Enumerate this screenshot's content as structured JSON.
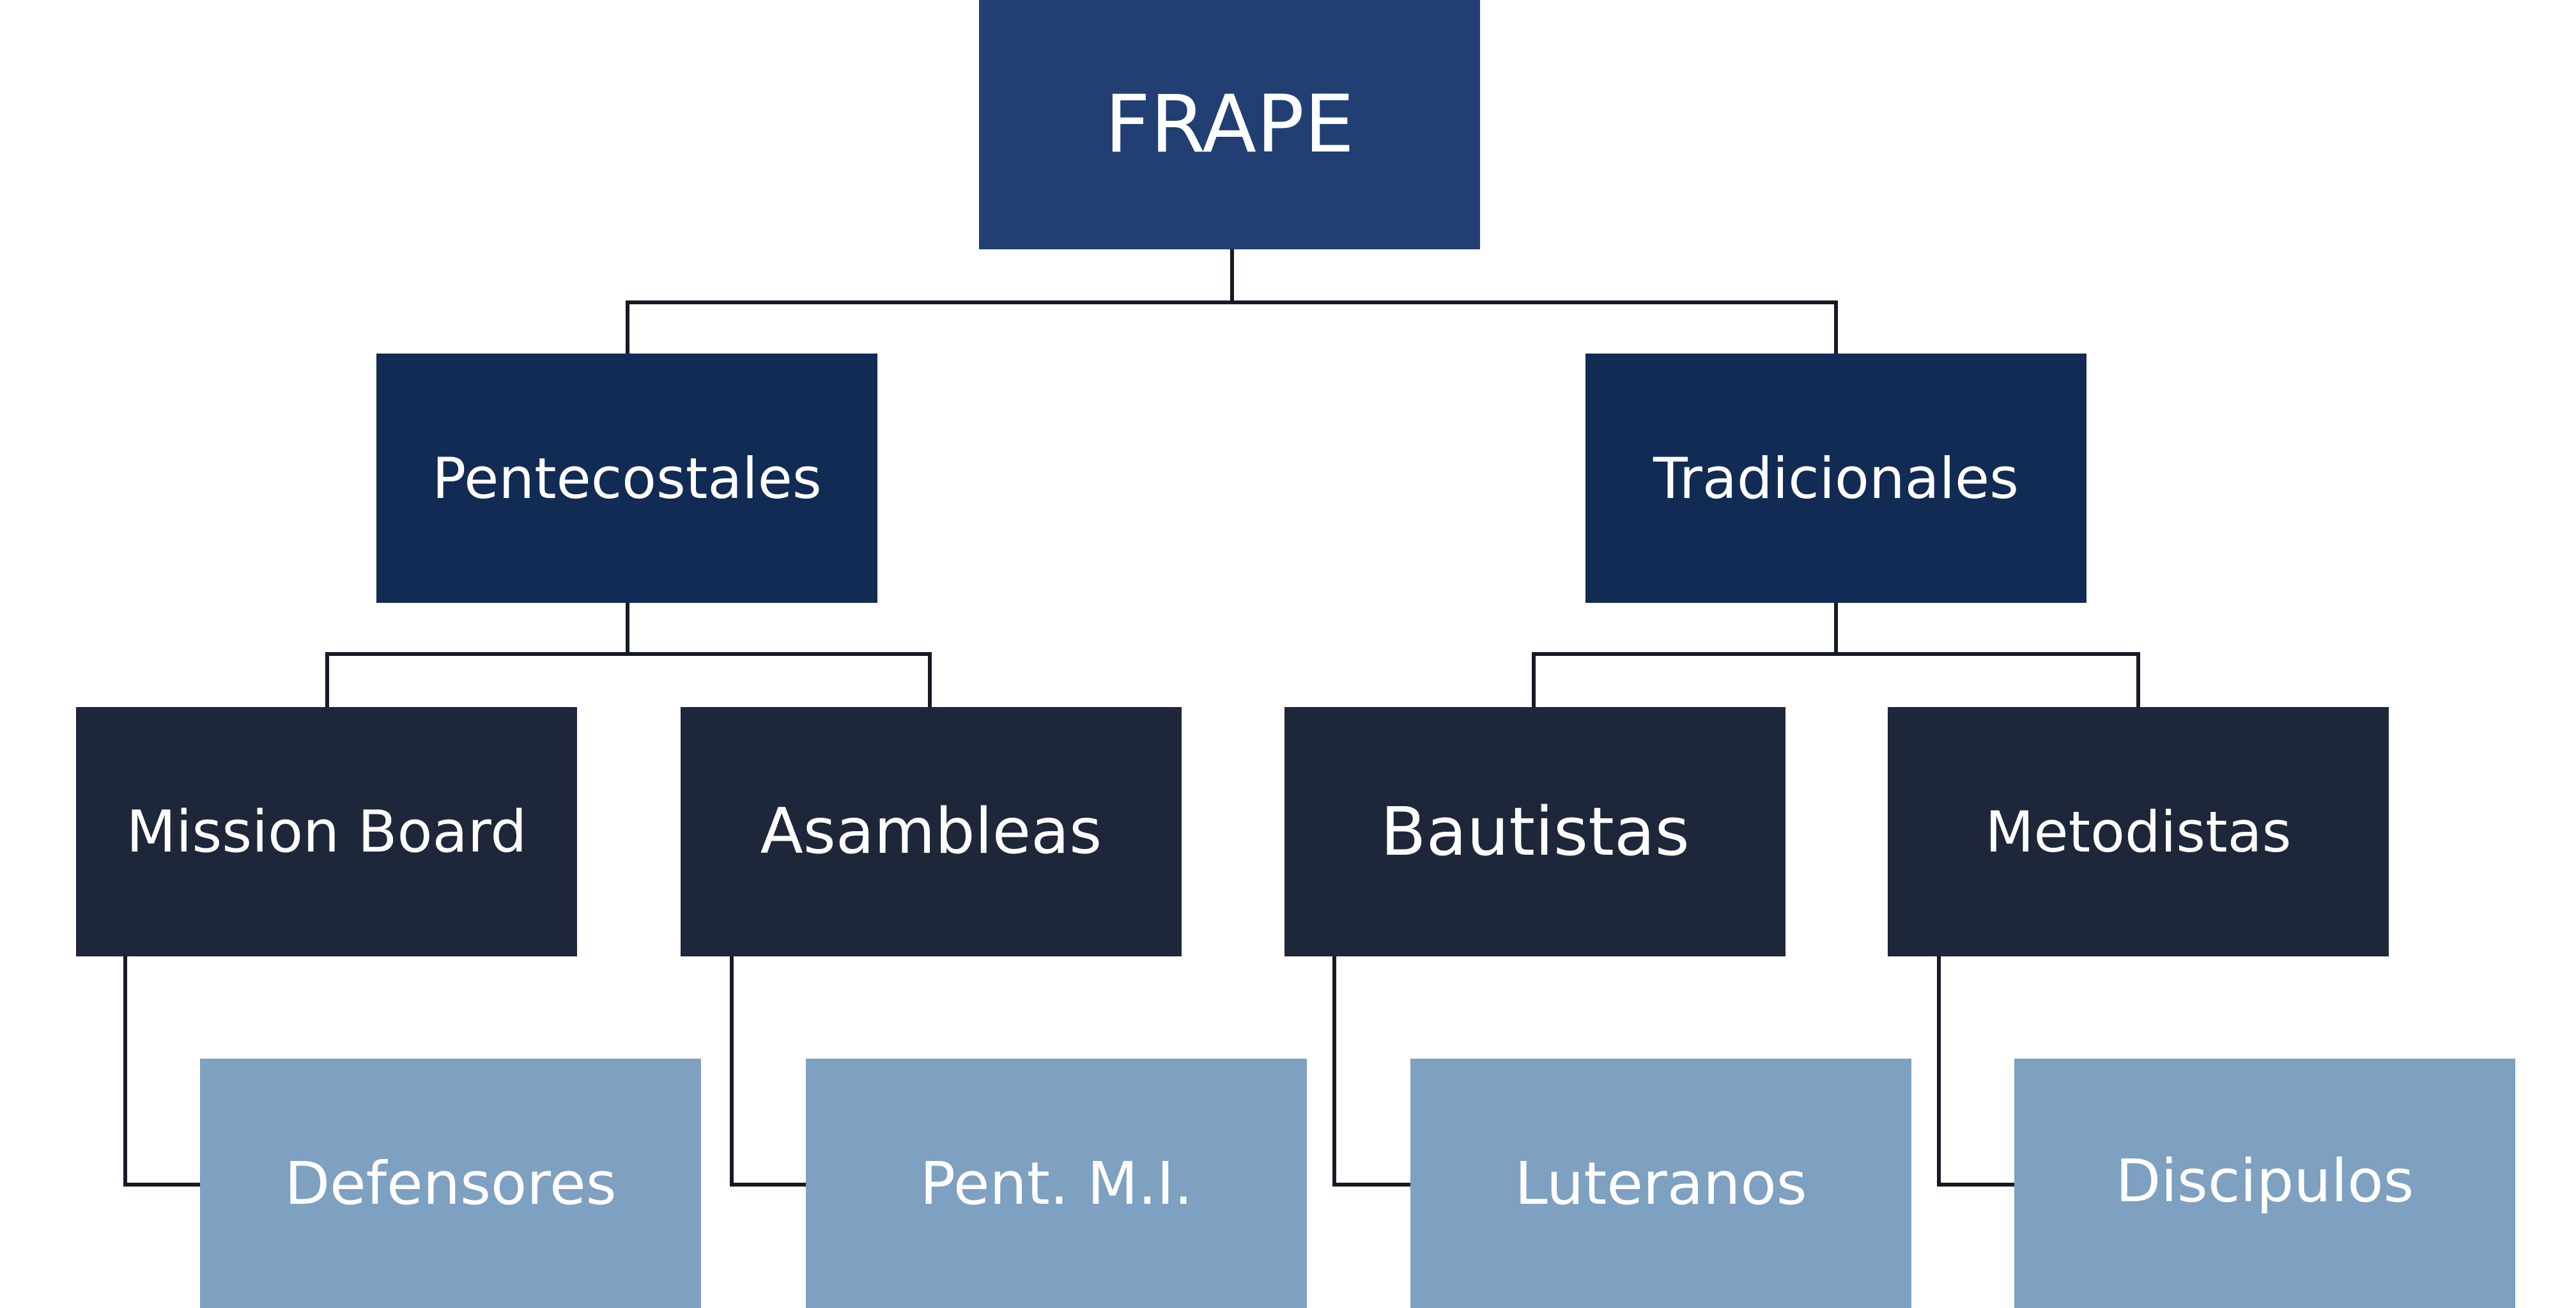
{
  "root": {
    "label": "FRAPE"
  },
  "groups": [
    {
      "label": "Pentecostales",
      "children": [
        {
          "label": "Mission Board",
          "child": "Defensores"
        },
        {
          "label": "Asambleas",
          "child": "Pent. M.I."
        }
      ]
    },
    {
      "label": "Tradicionales",
      "children": [
        {
          "label": "Bautistas",
          "child": "Luteranos"
        },
        {
          "label": "Metodistas",
          "child": "Discipulos"
        }
      ]
    }
  ],
  "colors": {
    "root": "#223f73",
    "level2": "#122b55",
    "level3": "#1e263a",
    "level4": "#7ea0c1",
    "connector": "#161a24"
  }
}
